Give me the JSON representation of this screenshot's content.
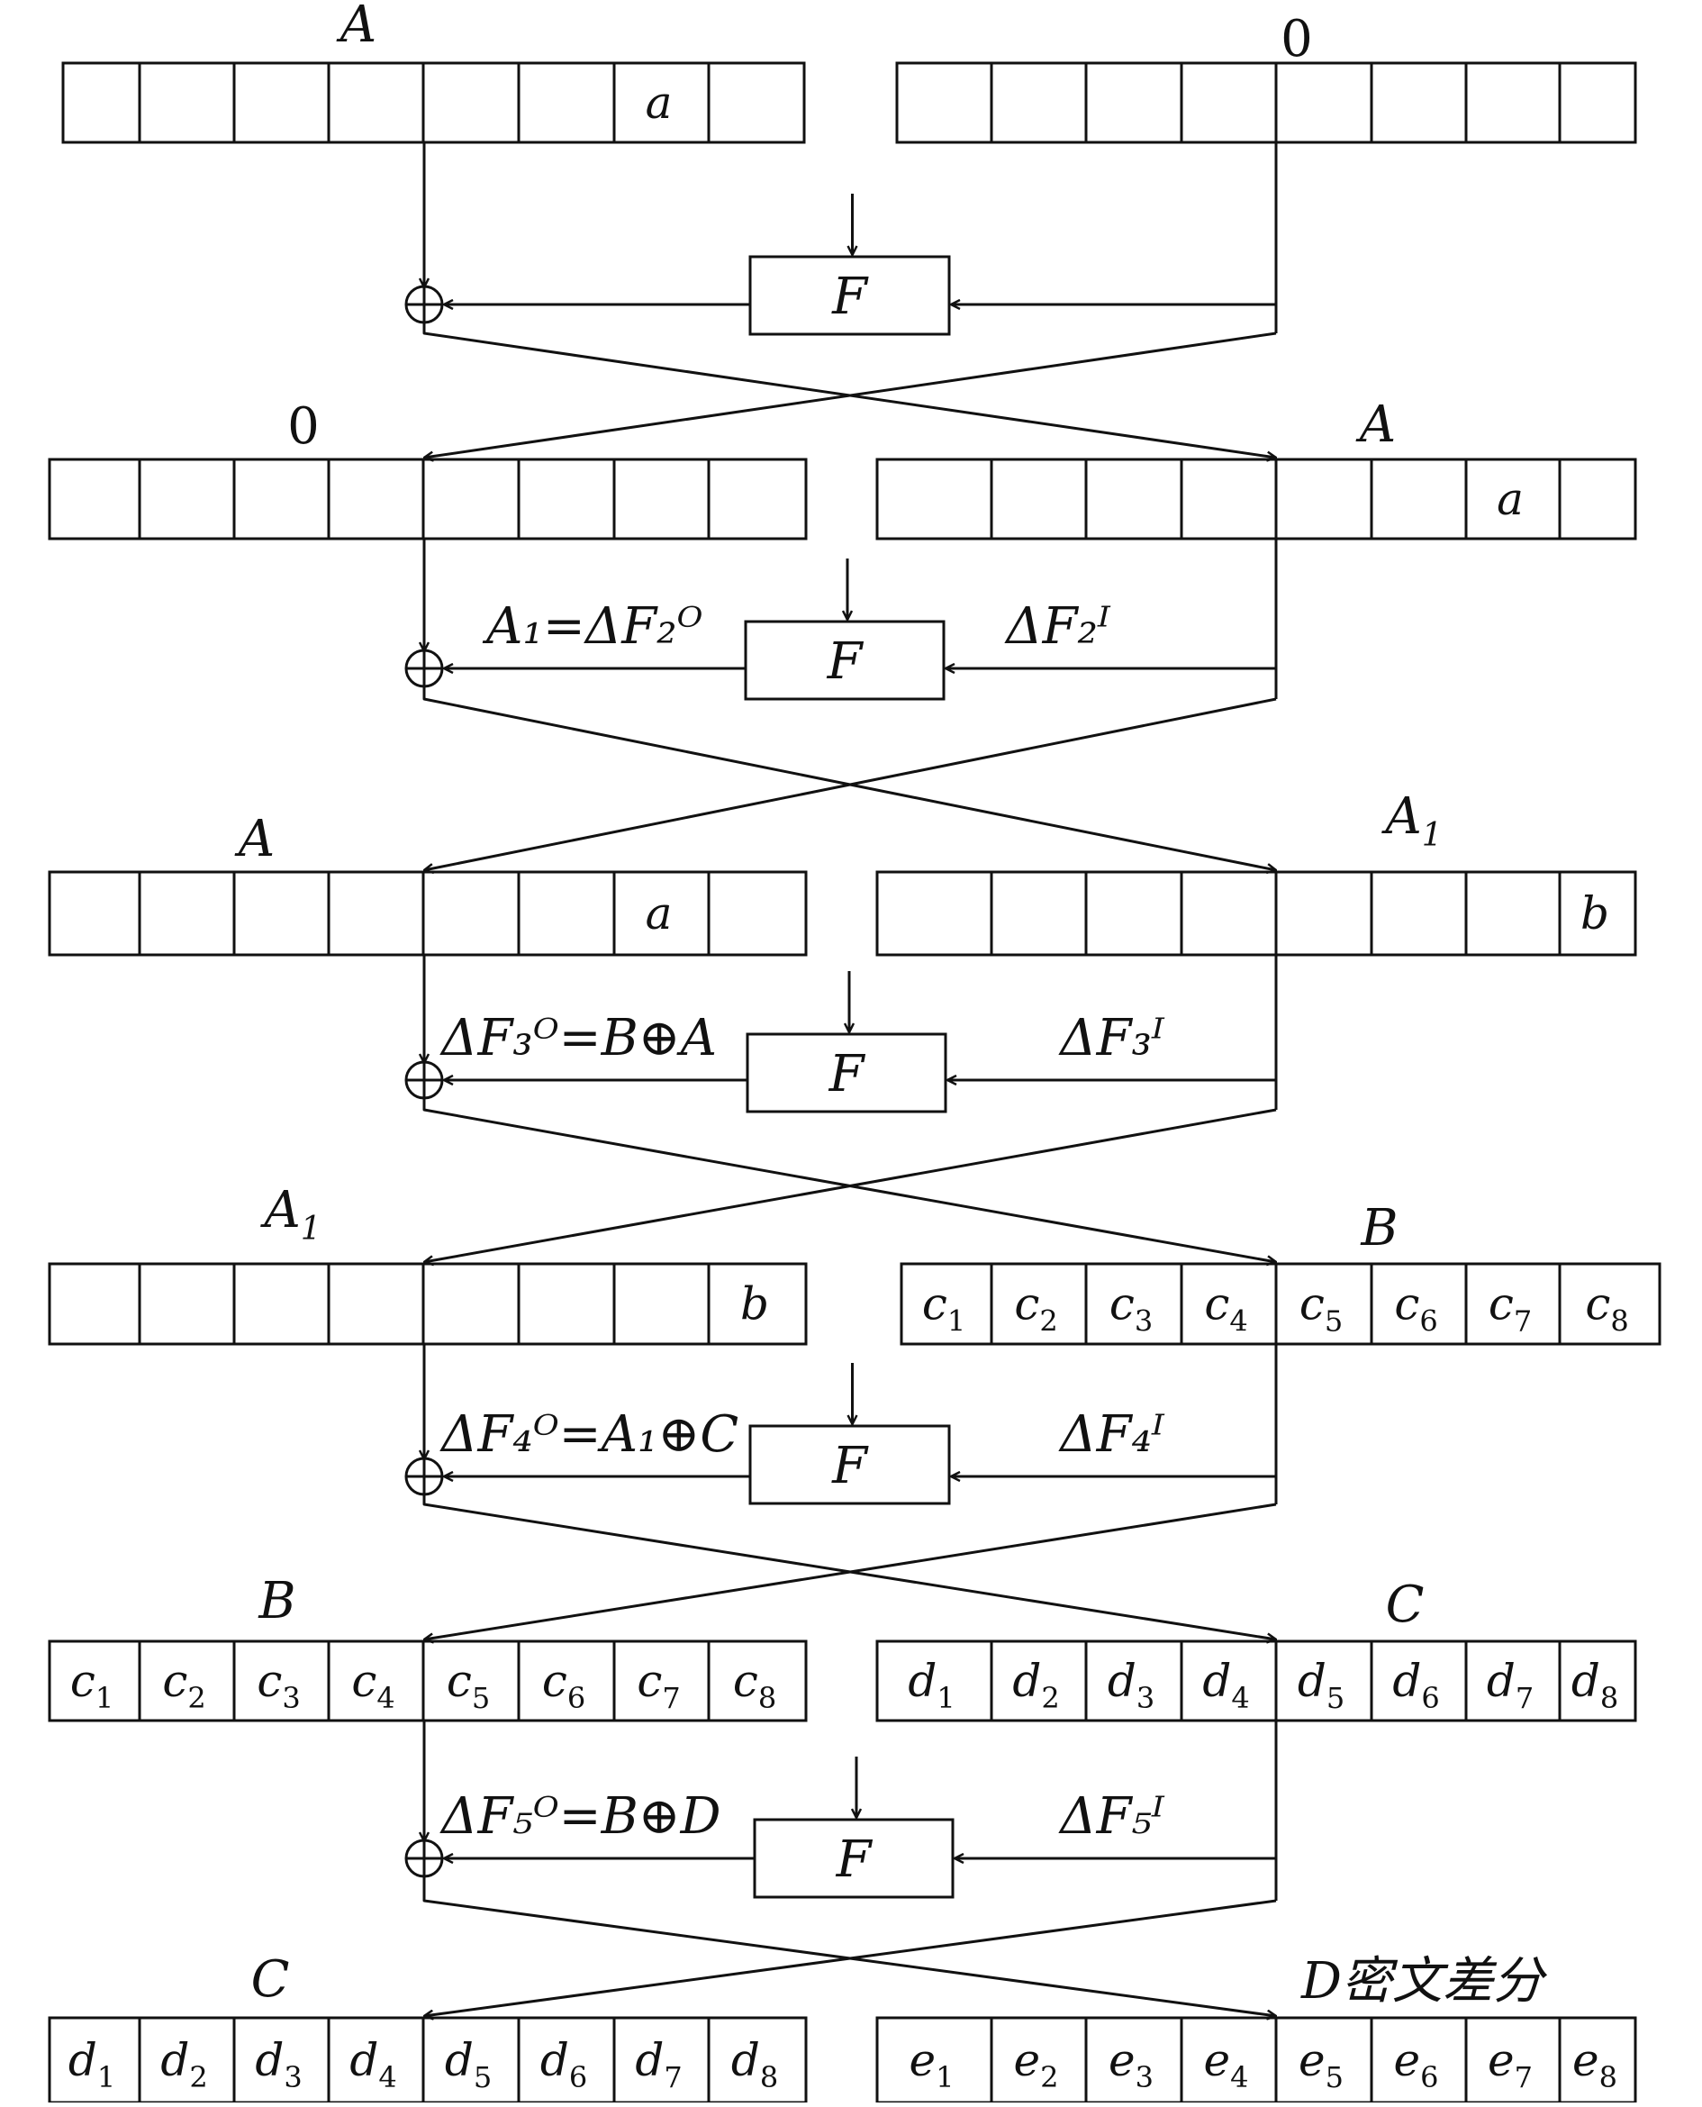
{
  "diagram": {
    "round_input_labels": [
      {
        "left": "A",
        "right": "0"
      },
      {
        "left": "0",
        "right": "A"
      },
      {
        "left": "A",
        "right": "A",
        "right_sub": "1"
      },
      {
        "left": "A",
        "left_sub": "1",
        "right": "B"
      },
      {
        "left": "B",
        "right": "C"
      },
      {
        "left": "C",
        "right": "D",
        "right_suffix": "密文差分"
      }
    ],
    "cells": [
      {
        "left": [
          "",
          "",
          "",
          "",
          "",
          "",
          "a",
          ""
        ],
        "right": [
          "",
          "",
          "",
          "",
          "",
          "",
          "",
          ""
        ]
      },
      {
        "left": [
          "",
          "",
          "",
          "",
          "",
          "",
          "",
          ""
        ],
        "right": [
          "",
          "",
          "",
          "",
          "",
          "",
          "a",
          ""
        ]
      },
      {
        "left": [
          "",
          "",
          "",
          "",
          "",
          "",
          "a",
          ""
        ],
        "right": [
          "",
          "",
          "",
          "",
          "",
          "",
          "",
          "b"
        ]
      },
      {
        "left": [
          "",
          "",
          "",
          "",
          "",
          "",
          "",
          "b"
        ],
        "right": [
          "c1",
          "c2",
          "c3",
          "c4",
          "c5",
          "c6",
          "c7",
          "c8"
        ]
      },
      {
        "left": [
          "c1",
          "c2",
          "c3",
          "c4",
          "c5",
          "c6",
          "c7",
          "c8"
        ],
        "right": [
          "d1",
          "d2",
          "d3",
          "d4",
          "d5",
          "d6",
          "d7",
          "d8"
        ]
      },
      {
        "left": [
          "d1",
          "d2",
          "d3",
          "d4",
          "d5",
          "d6",
          "d7",
          "d8"
        ],
        "right": [
          "e1",
          "e2",
          "e3",
          "e4",
          "e5",
          "e6",
          "e7",
          "e8"
        ]
      }
    ],
    "f_label": "F",
    "rounds": [
      {
        "out_label": "",
        "in_label": ""
      },
      {
        "out_label": "A₁=ΔF₂ᴼ",
        "in_label": "ΔF₂ᴵ"
      },
      {
        "out_label": "ΔF₃ᴼ=B⊕A",
        "in_label": "ΔF₃ᴵ"
      },
      {
        "out_label": "ΔF₄ᴼ=A₁⊕C",
        "in_label": "ΔF₄ᴵ"
      },
      {
        "out_label": "ΔF₅ᴼ=B⊕D",
        "in_label": "ΔF₅ᴵ"
      }
    ]
  }
}
